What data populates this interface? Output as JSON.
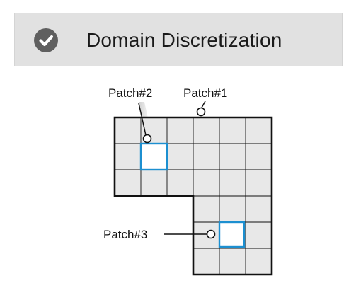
{
  "header": {
    "title": "Domain Discretization",
    "icon": "check-circle-icon"
  },
  "diagram": {
    "labels": {
      "patch1": "Patch#1",
      "patch2": "Patch#2",
      "patch3": "Patch#3"
    },
    "colors": {
      "cell_fill": "#e8e8e8",
      "grid_line": "#111111",
      "highlight": "#1c8fd0"
    }
  }
}
